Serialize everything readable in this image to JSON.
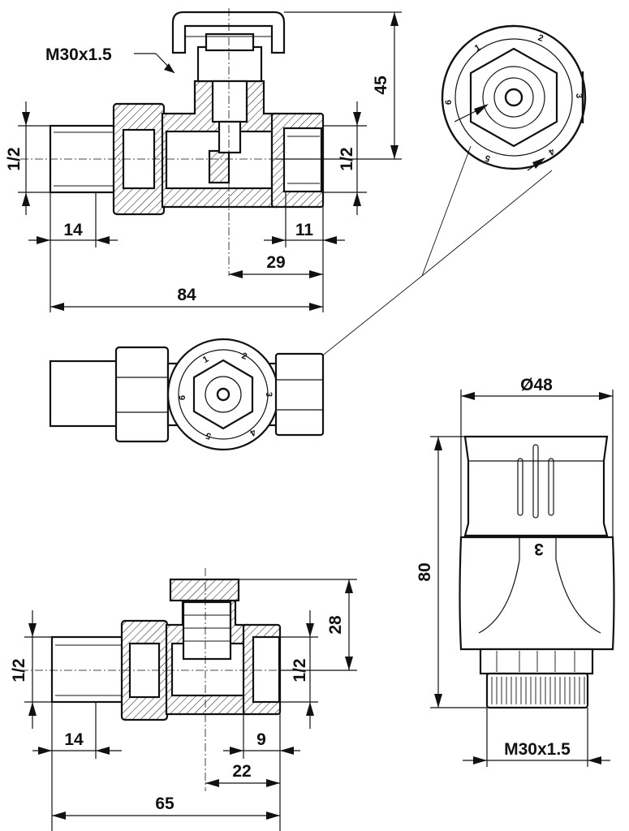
{
  "top_view": {
    "thread_label": "M30x1.5",
    "height_dim": "45",
    "inlet_size": "1/2",
    "outlet_size": "1/2",
    "inlet_length_dim": "14",
    "outlet_length_dim": "11",
    "offset_dim": "29",
    "total_length_dim": "84"
  },
  "detail_view": {
    "scale_marks": [
      "1",
      "2",
      "3",
      "4",
      "5",
      "6"
    ]
  },
  "plan_view": {
    "scale_marks": [
      "1",
      "2",
      "3",
      "4",
      "5",
      "6"
    ]
  },
  "lower_view": {
    "height_dim": "28",
    "inlet_size": "1/2",
    "outlet_size": "1/2",
    "inlet_length_dim": "14",
    "outlet_length_dim": "9",
    "offset_dim": "22",
    "total_length_dim": "65"
  },
  "thermo_head": {
    "diameter_dim": "Ø48",
    "height_dim": "80",
    "thread_label": "M30x1.5",
    "scale_mark": "3"
  }
}
